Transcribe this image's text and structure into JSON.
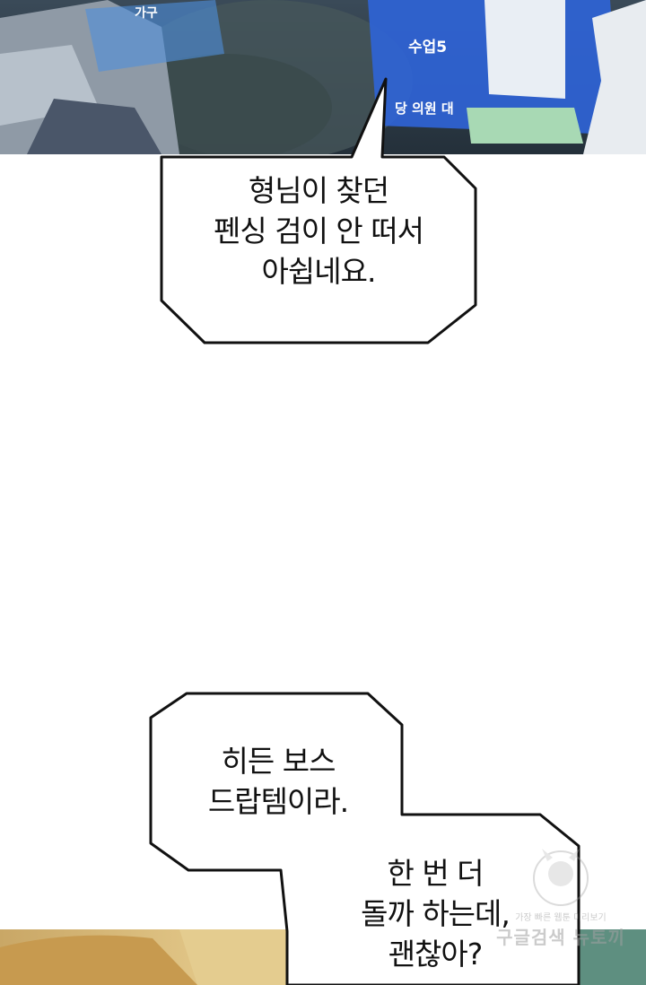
{
  "bubbles": [
    {
      "id": "bubble-1",
      "lines": "형님이 찾던\n펜싱 검이 안 떠서\n아쉽네요."
    },
    {
      "id": "bubble-2",
      "lines": "히든 보스\n드랍템이라."
    },
    {
      "id": "bubble-3",
      "lines": "한 번 더\n돌까 하는데,\n괜찮아?"
    }
  ],
  "game_ui": {
    "card_labels": [
      "수업5",
      "당 의원 대",
      "가구"
    ]
  },
  "watermark": {
    "line1": "가장 빠른 웹툰 미리보기",
    "line2": "구글검색 뉴토끼"
  }
}
